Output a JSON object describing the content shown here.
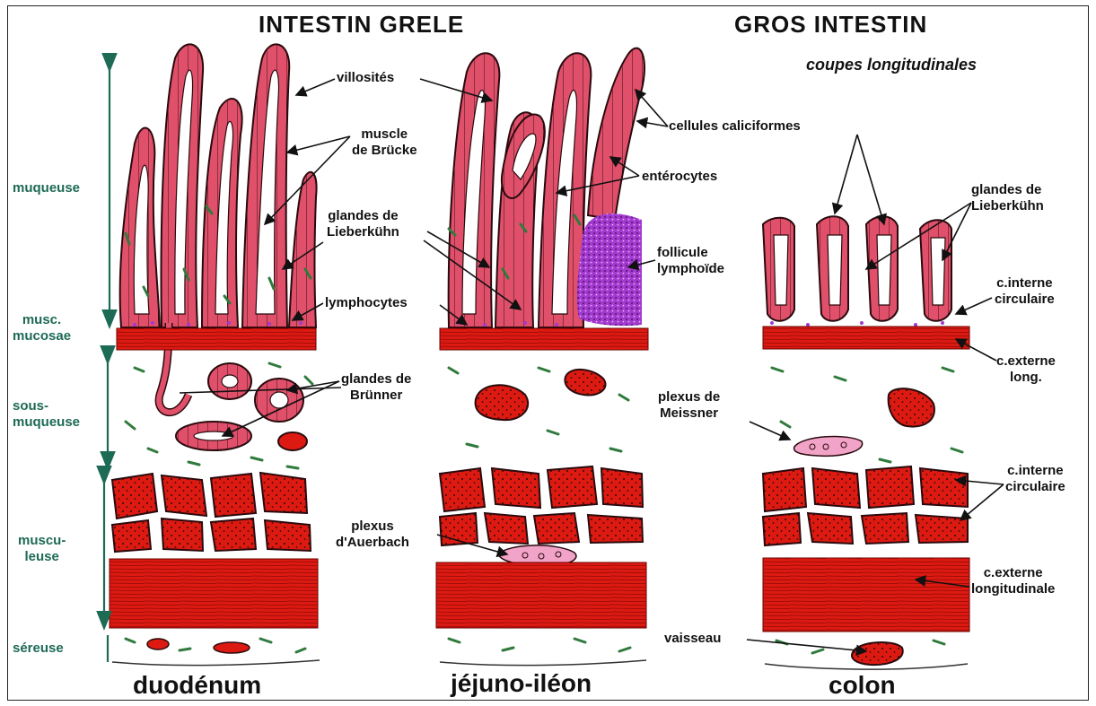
{
  "titles": {
    "small_intestine": "INTESTIN  GRELE",
    "large_intestine": "GROS  INTESTIN",
    "subtitle": "coupes longitudinales"
  },
  "layers": {
    "muqueuse": "muqueuse",
    "musc_mucosae_1": "musc.",
    "musc_mucosae_2": "mucosae",
    "sous_muqueuse_1": "sous-",
    "sous_muqueuse_2": "muqueuse",
    "musculeuse_1": "muscu-",
    "musculeuse_2": "leuse",
    "sereuse": "séreuse"
  },
  "labels": {
    "villosites": "villosités",
    "muscle_brucke_1": "muscle",
    "muscle_brucke_2": "de Brücke",
    "glandes_lieberkuhn_left_1": "glandes de",
    "glandes_lieberkuhn_left_2": "Lieberkühn",
    "lymphocytes": "lymphocytes",
    "glandes_brunner_1": "glandes de",
    "glandes_brunner_2": "Brünner",
    "plexus_auerbach_1": "plexus",
    "plexus_auerbach_2": "d'Auerbach",
    "cellules_caliciformes": "cellules caliciformes",
    "enterocytes": "entérocytes",
    "follicule_1": "follicule",
    "follicule_2": "lymphoïde",
    "glandes_lieberkuhn_right_1": "glandes de",
    "glandes_lieberkuhn_right_2": "Lieberkühn",
    "c_interne_circ_1_a": "c.interne",
    "c_interne_circ_1_b": "circulaire",
    "c_externe_long_1_a": "c.externe",
    "c_externe_long_1_b": "long.",
    "plexus_meissner_1": "plexus de",
    "plexus_meissner_2": "Meissner",
    "c_interne_circ_2_a": "c.interne",
    "c_interne_circ_2_b": "circulaire",
    "c_externe_long_2_a": "c.externe",
    "c_externe_long_2_b": "longitudinale",
    "vaisseau": "vaisseau"
  },
  "segments": {
    "duodenum": "duodénum",
    "jejuno_ileon": "jéjuno-iléon",
    "colon": "colon"
  },
  "colors": {
    "mucosa": "#e0506a",
    "muscle": "#dd1a12",
    "layer_text": "#1d6a55",
    "connective": "#2f7a3c",
    "lymphoid": "#a23ad0",
    "plexus": "#f2a4c8"
  }
}
